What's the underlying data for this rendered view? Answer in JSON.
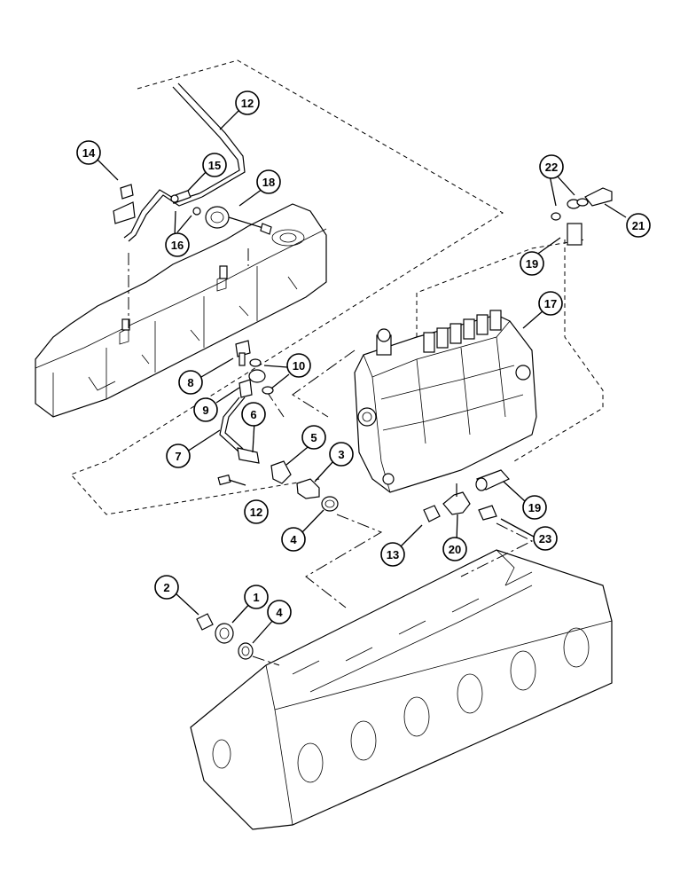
{
  "callouts": [
    {
      "label": "12"
    },
    {
      "label": "14"
    },
    {
      "label": "15"
    },
    {
      "label": "18"
    },
    {
      "label": "16"
    },
    {
      "label": "22"
    },
    {
      "label": "21"
    },
    {
      "label": "19"
    },
    {
      "label": "17"
    },
    {
      "label": "8"
    },
    {
      "label": "10"
    },
    {
      "label": "9"
    },
    {
      "label": "6"
    },
    {
      "label": "5"
    },
    {
      "label": "3"
    },
    {
      "label": "7"
    },
    {
      "label": "12"
    },
    {
      "label": "4"
    },
    {
      "label": "19"
    },
    {
      "label": "13"
    },
    {
      "label": "20"
    },
    {
      "label": "23"
    },
    {
      "label": "2"
    },
    {
      "label": "1"
    },
    {
      "label": "4"
    }
  ]
}
